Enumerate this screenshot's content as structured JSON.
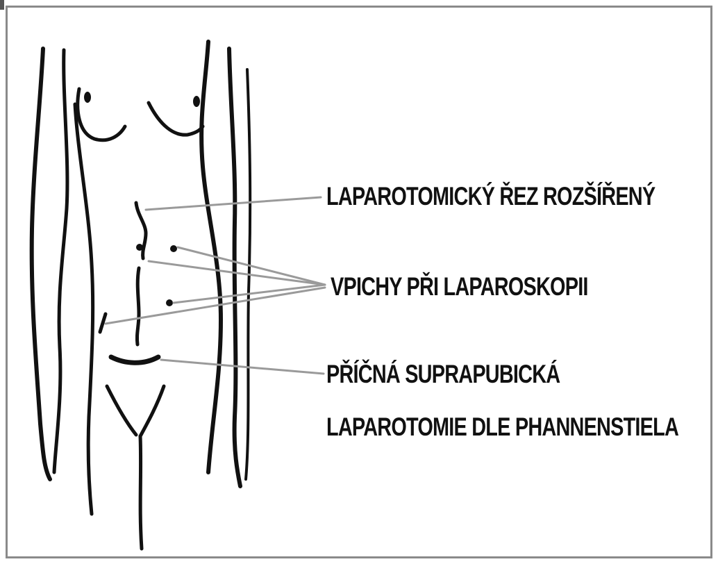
{
  "labels": {
    "extended_incision": "LAPAROTOMICKÝ ŘEZ ROZŠÍŘENÝ",
    "laparoscopy_ports": "VPICHY PŘI LAPAROSKOPII",
    "pfannenstiel_line1": "PŘÍČNÁ SUPRAPUBICKÁ",
    "pfannenstiel_line2": "LAPAROTOMIE DLE PHANNENSTIELA"
  },
  "colors": {
    "line": "#111111",
    "leader": "#9a9a9a",
    "border": "#8a8a8a"
  }
}
